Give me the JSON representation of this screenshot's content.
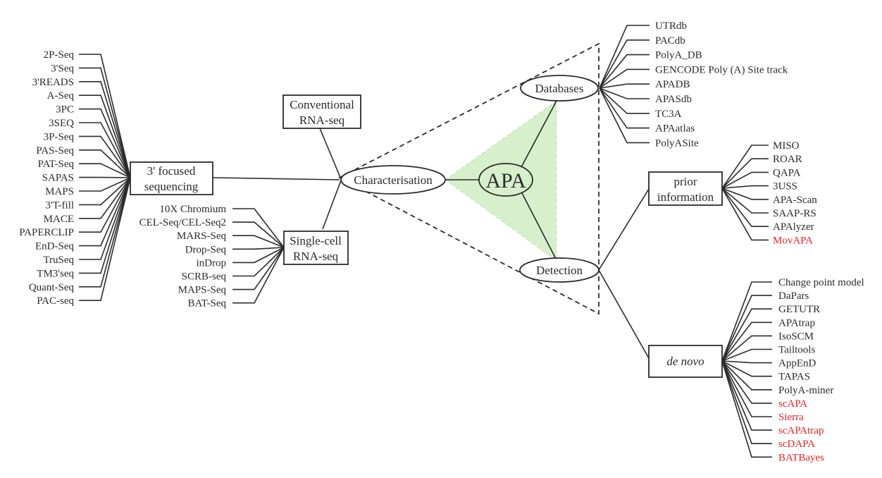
{
  "colors": {
    "highlight_green": "#d6f0cc",
    "new_method_red": "#e8232a",
    "line": "#2b2b2b"
  },
  "center": {
    "label": "APA"
  },
  "characterisation": {
    "label": "Characterisation",
    "methods": {
      "conventional": {
        "line1": "Conventional",
        "line2": "RNA-seq"
      },
      "focused": {
        "line1": "3' focused",
        "line2": "sequencing",
        "items": [
          {
            "label": "2P-Seq"
          },
          {
            "label": "3'Seq"
          },
          {
            "label": "3'READS"
          },
          {
            "label": "A-Seq"
          },
          {
            "label": "3PC"
          },
          {
            "label": "3SEQ"
          },
          {
            "label": "3P-Seq"
          },
          {
            "label": "PAS-Seq"
          },
          {
            "label": "PAT-Seq"
          },
          {
            "label": "SAPAS"
          },
          {
            "label": "MAPS"
          },
          {
            "label": "3'T-fill"
          },
          {
            "label": "MACE"
          },
          {
            "label": "PAPERCLIP"
          },
          {
            "label": "EnD-Seq"
          },
          {
            "label": "TruSeq"
          },
          {
            "label": "TM3'seq"
          },
          {
            "label": "Quant-Seq"
          },
          {
            "label": "PAC-seq"
          }
        ]
      },
      "single_cell": {
        "line1": "Single-cell",
        "line2": "RNA-seq",
        "items": [
          {
            "label": "10X Chromium"
          },
          {
            "label": "CEL-Seq/CEL-Seq2"
          },
          {
            "label": "MARS-Seq"
          },
          {
            "label": "Drop-Seq"
          },
          {
            "label": "inDrop"
          },
          {
            "label": "SCRB-seq"
          },
          {
            "label": "MAPS-Seq"
          },
          {
            "label": "BAT-Seq"
          }
        ]
      }
    }
  },
  "databases": {
    "label": "Databases",
    "items": [
      {
        "label": "UTRdb"
      },
      {
        "label": "PACdb"
      },
      {
        "label": "PolyA_DB"
      },
      {
        "label": "GENCODE Poly (A) Site track"
      },
      {
        "label": "APADB"
      },
      {
        "label": "APASdb"
      },
      {
        "label": "TC3A"
      },
      {
        "label": "APAatlas"
      },
      {
        "label": "PolyASite"
      }
    ]
  },
  "detection": {
    "label": "Detection",
    "prior": {
      "line1": "prior",
      "line2": "information",
      "items": [
        {
          "label": "MISO",
          "new": false
        },
        {
          "label": "ROAR",
          "new": false
        },
        {
          "label": "QAPA",
          "new": false
        },
        {
          "label": "3USS",
          "new": false
        },
        {
          "label": "APA-Scan",
          "new": false
        },
        {
          "label": "SAAP-RS",
          "new": false
        },
        {
          "label": "APAlyzer",
          "new": false
        },
        {
          "label": "MovAPA",
          "new": true
        }
      ]
    },
    "denovo": {
      "label": "de novo",
      "items": [
        {
          "label": "Change point model",
          "new": false
        },
        {
          "label": "DaPars",
          "new": false
        },
        {
          "label": "GETUTR",
          "new": false
        },
        {
          "label": "APAtrap",
          "new": false
        },
        {
          "label": "IsoSCM",
          "new": false
        },
        {
          "label": "Tailtools",
          "new": false
        },
        {
          "label": "AppEnD",
          "new": false
        },
        {
          "label": "TAPAS",
          "new": false
        },
        {
          "label": "PolyA-miner",
          "new": false
        },
        {
          "label": "scAPA",
          "new": true
        },
        {
          "label": "Sierra",
          "new": true
        },
        {
          "label": "scAPAtrap",
          "new": true
        },
        {
          "label": "scDAPA",
          "new": true
        },
        {
          "label": "BATBayes",
          "new": true
        }
      ]
    }
  }
}
